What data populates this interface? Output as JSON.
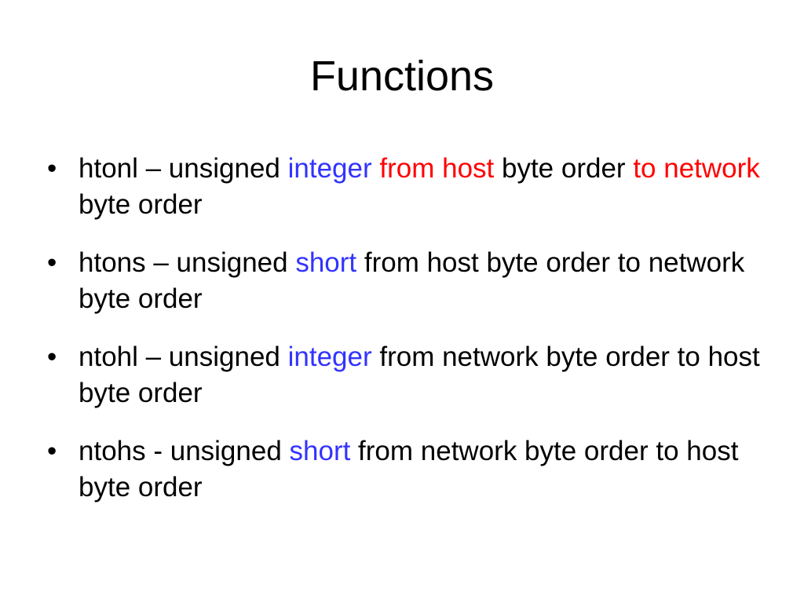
{
  "title": "Functions",
  "bullet_symbol": "•",
  "colors": {
    "text": "#000000",
    "blue": "#3333ff",
    "red": "#ff0000"
  },
  "bullets": [
    {
      "segments": [
        {
          "text": "htonl – unsigned ",
          "color": "normal"
        },
        {
          "text": "integer",
          "color": "blue"
        },
        {
          "text": " ",
          "color": "normal"
        },
        {
          "text": "from host",
          "color": "red"
        },
        {
          "text": " byte order ",
          "color": "normal"
        },
        {
          "text": "to network",
          "color": "red"
        },
        {
          "text": " byte order",
          "color": "normal"
        }
      ]
    },
    {
      "segments": [
        {
          "text": "htons – unsigned ",
          "color": "normal"
        },
        {
          "text": "short",
          "color": "blue"
        },
        {
          "text": " from host byte order to network byte order",
          "color": "normal"
        }
      ]
    },
    {
      "segments": [
        {
          "text": "ntohl – unsigned ",
          "color": "normal"
        },
        {
          "text": "integer",
          "color": "blue"
        },
        {
          "text": " from network byte order to host byte order",
          "color": "normal"
        }
      ]
    },
    {
      "segments": [
        {
          "text": "ntohs - unsigned ",
          "color": "normal"
        },
        {
          "text": "short",
          "color": "blue"
        },
        {
          "text": " from network byte order to host byte order",
          "color": "normal"
        }
      ]
    }
  ]
}
